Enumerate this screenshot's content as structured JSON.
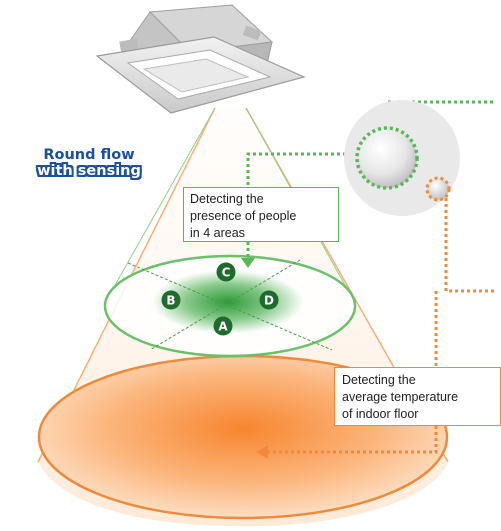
{
  "product_title": {
    "line1": "Round flow",
    "line2": "with sensing"
  },
  "callouts": {
    "people_detection": [
      "Detecting the",
      "presence of people",
      "in 4 areas"
    ],
    "floor_temperature": [
      "Detecting the",
      "average temperature",
      "of indoor floor"
    ]
  },
  "zones": [
    "A",
    "B",
    "C",
    "D"
  ],
  "colors": {
    "people_sensor": "#5bb65a",
    "floor_sensor": "#f08a3a",
    "title_blue": "#1c4f9c",
    "zone_marker": "#1f6b2e"
  }
}
